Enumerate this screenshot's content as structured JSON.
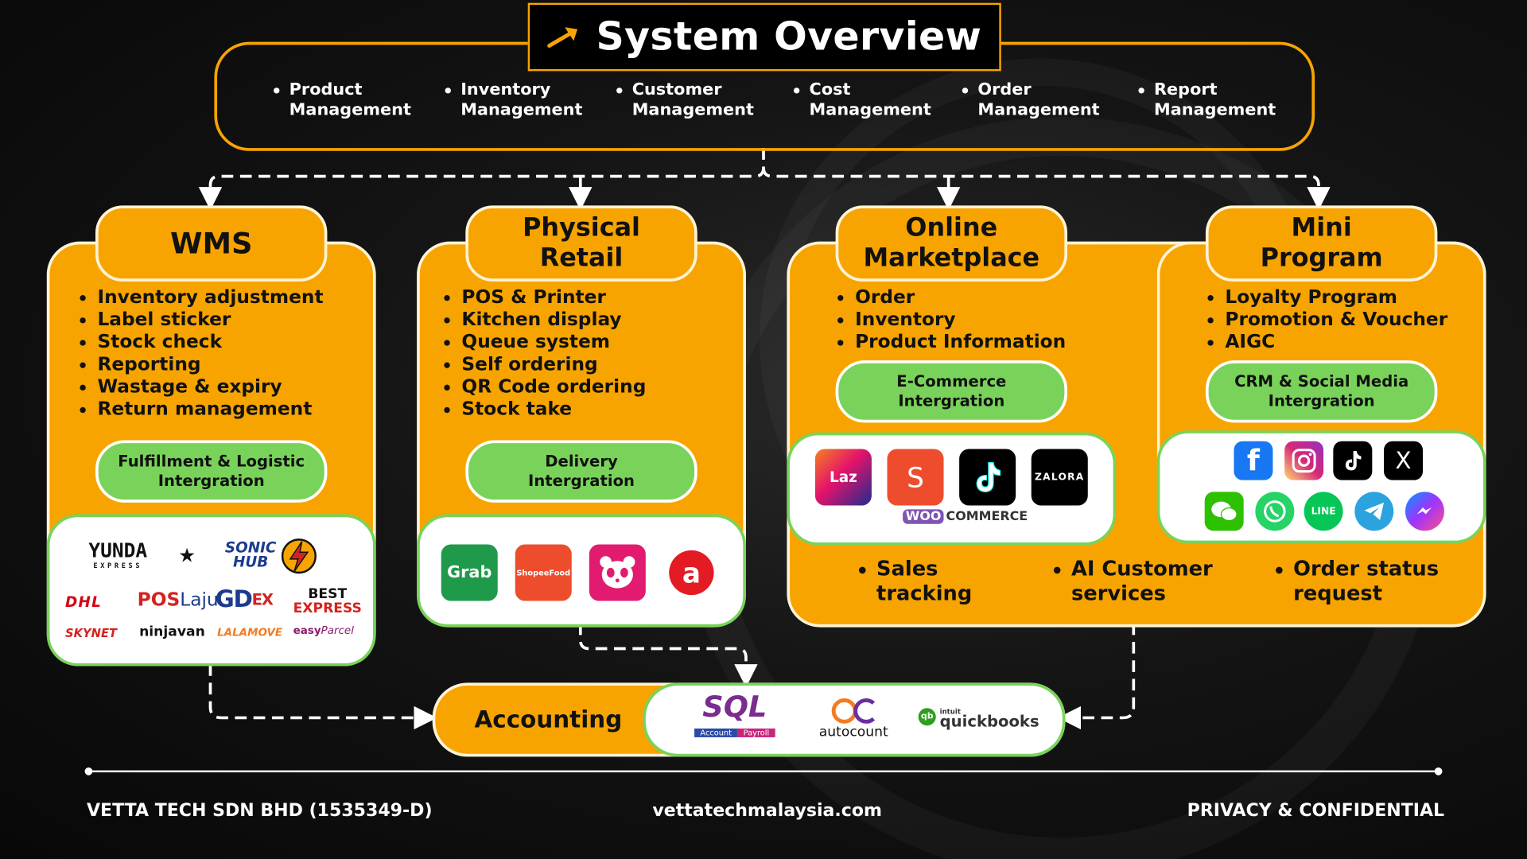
{
  "title": "System Overview",
  "overview_items": [
    {
      "line1": "Product",
      "line2": "Management"
    },
    {
      "line1": "Inventory",
      "line2": "Management"
    },
    {
      "line1": "Customer",
      "line2": "Management"
    },
    {
      "line1": "Cost",
      "line2": "Management"
    },
    {
      "line1": "Order",
      "line2": "Management"
    },
    {
      "line1": "Report",
      "line2": "Management"
    }
  ],
  "wms": {
    "title": "WMS",
    "items": [
      "Inventory adjustment",
      "Label sticker",
      "Stock check",
      "Reporting",
      "Wastage & expiry",
      "Return management"
    ],
    "integration": {
      "line1": "Fulfillment & Logistic",
      "line2": "Intergration"
    },
    "logos": {
      "yunda": "YUNDA",
      "yunda_sub": "EXPRESS",
      "sonic1": "SONIC",
      "sonic2": "HUB",
      "dhl": "DHL",
      "poslaju1": "POS",
      "poslaju2": "Laju",
      "gdex1": "GD",
      "gdex2": "EX",
      "best1": "BEST",
      "best2": "EXPRESS",
      "skynet": "SKYNET",
      "ninjavan": "ninjavan",
      "lalamove": "LALAMOVE",
      "easyparcel1": "easy",
      "easyparcel2": "Parcel"
    }
  },
  "retail": {
    "title1": "Physical",
    "title2": "Retail",
    "items": [
      "POS & Printer",
      "Kitchen display",
      "Queue system",
      "Self ordering",
      "QR Code ordering",
      "Stock take"
    ],
    "integration": {
      "line1": "Delivery",
      "line2": "Intergration"
    },
    "logos": {
      "grab": "Grab",
      "shopeefood": "ShopeeFood",
      "airasia": "a"
    }
  },
  "marketplace": {
    "title1": "Online",
    "title2": "Marketplace",
    "items": [
      "Order",
      "Inventory",
      "Product Information"
    ],
    "integration": {
      "line1": "E-Commerce",
      "line2": "Intergration"
    },
    "logos": {
      "lazada": "Laz",
      "shopee": "S",
      "zalora": "ZALORA",
      "woo1": "WOO",
      "woo2": "COMMERCE"
    }
  },
  "mini": {
    "title1": "Mini",
    "title2": "Program",
    "items": [
      "Loyalty Program",
      "Promotion & Voucher",
      "AIGC"
    ],
    "integration": {
      "line1": "CRM & Social Media",
      "line2": "Intergration"
    },
    "logos": {
      "facebook": "f",
      "x": "X",
      "line": "LINE"
    }
  },
  "services": [
    {
      "line1": "Sales",
      "line2": "tracking"
    },
    {
      "line1": "AI Customer",
      "line2": "services"
    },
    {
      "line1": "Order status",
      "line2": "request"
    }
  ],
  "accounting": {
    "label": "Accounting",
    "sql": "SQL",
    "sql_account": "Account",
    "sql_payroll": "Payroll",
    "autocount": "autocount",
    "qb_small": "intuit",
    "qb": "quickbooks"
  },
  "footer": {
    "company": "VETTA TECH SDN BHD (1535349-D)",
    "website": "vettatechmalaysia.com",
    "notice": "PRIVACY & CONFIDENTIAL"
  },
  "colors": {
    "accent": "#f7a400",
    "green": "#79d35a",
    "background": "#0d0d0d"
  }
}
